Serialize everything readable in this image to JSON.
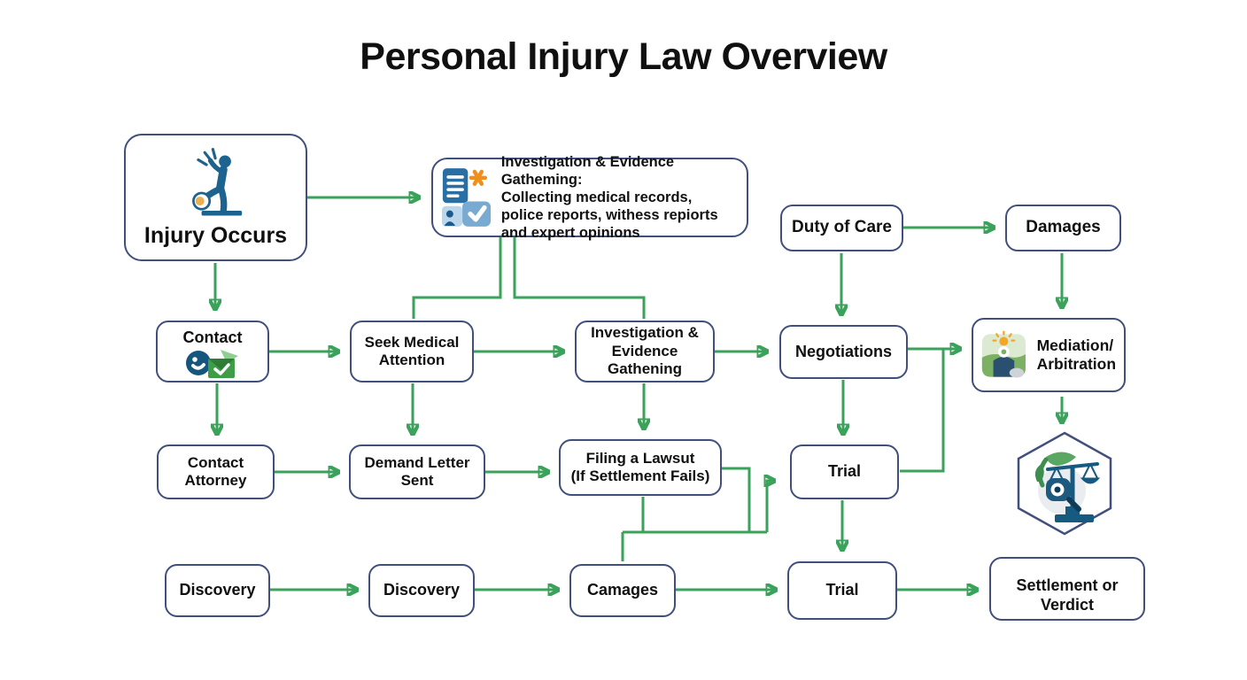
{
  "title": "Personal Injury Law Overview",
  "colors": {
    "arrow_green": "#3aa25a",
    "box_border": "#414f7d"
  },
  "nodes": {
    "injury_occurs": {
      "label": "Injury Occurs",
      "icon": "person-slipping-icon"
    },
    "investigation_note": {
      "heading": "Investigation & Evidence Gatheming:",
      "line1": "Collecting medical records,",
      "line2": "police reports, withess repiorts",
      "line3": "and expert opinions",
      "icons": [
        "document-icon",
        "starburst-icon",
        "person-badge-icon",
        "checkmark-icon"
      ]
    },
    "duty_of_care": {
      "label": "Duty of Care"
    },
    "damages_top": {
      "label": "Damages"
    },
    "contact": {
      "label": "Contact",
      "icons": [
        "phone-icon",
        "envelope-icon"
      ]
    },
    "seek_medical": {
      "label": "Seek Medical Attention"
    },
    "investigation": {
      "label": "Investigation & Evidence Gathening"
    },
    "negotiations": {
      "label": "Negotiations"
    },
    "mediation": {
      "label_line1": "Mediation/",
      "label_line2": "Arbitration",
      "icon": "mediator-icon"
    },
    "contact_attorney": {
      "label": "Contact Attorney"
    },
    "demand_letter": {
      "label": "Demand Letter Sent"
    },
    "filing_lawsuit": {
      "label_line1": "Filing a Lawsut",
      "label_line2": "(If Settlement Fails)"
    },
    "trial_mid": {
      "label": "Trial"
    },
    "scales_hexagon": {
      "icon": "scales-of-justice-icon"
    },
    "discovery_left": {
      "label": "Discovery"
    },
    "discovery_mid": {
      "label": "Discovery"
    },
    "camages": {
      "label": "Camages"
    },
    "trial_bottom": {
      "label": "Trial"
    },
    "settlement": {
      "label": "Settlement or Verdict"
    }
  }
}
